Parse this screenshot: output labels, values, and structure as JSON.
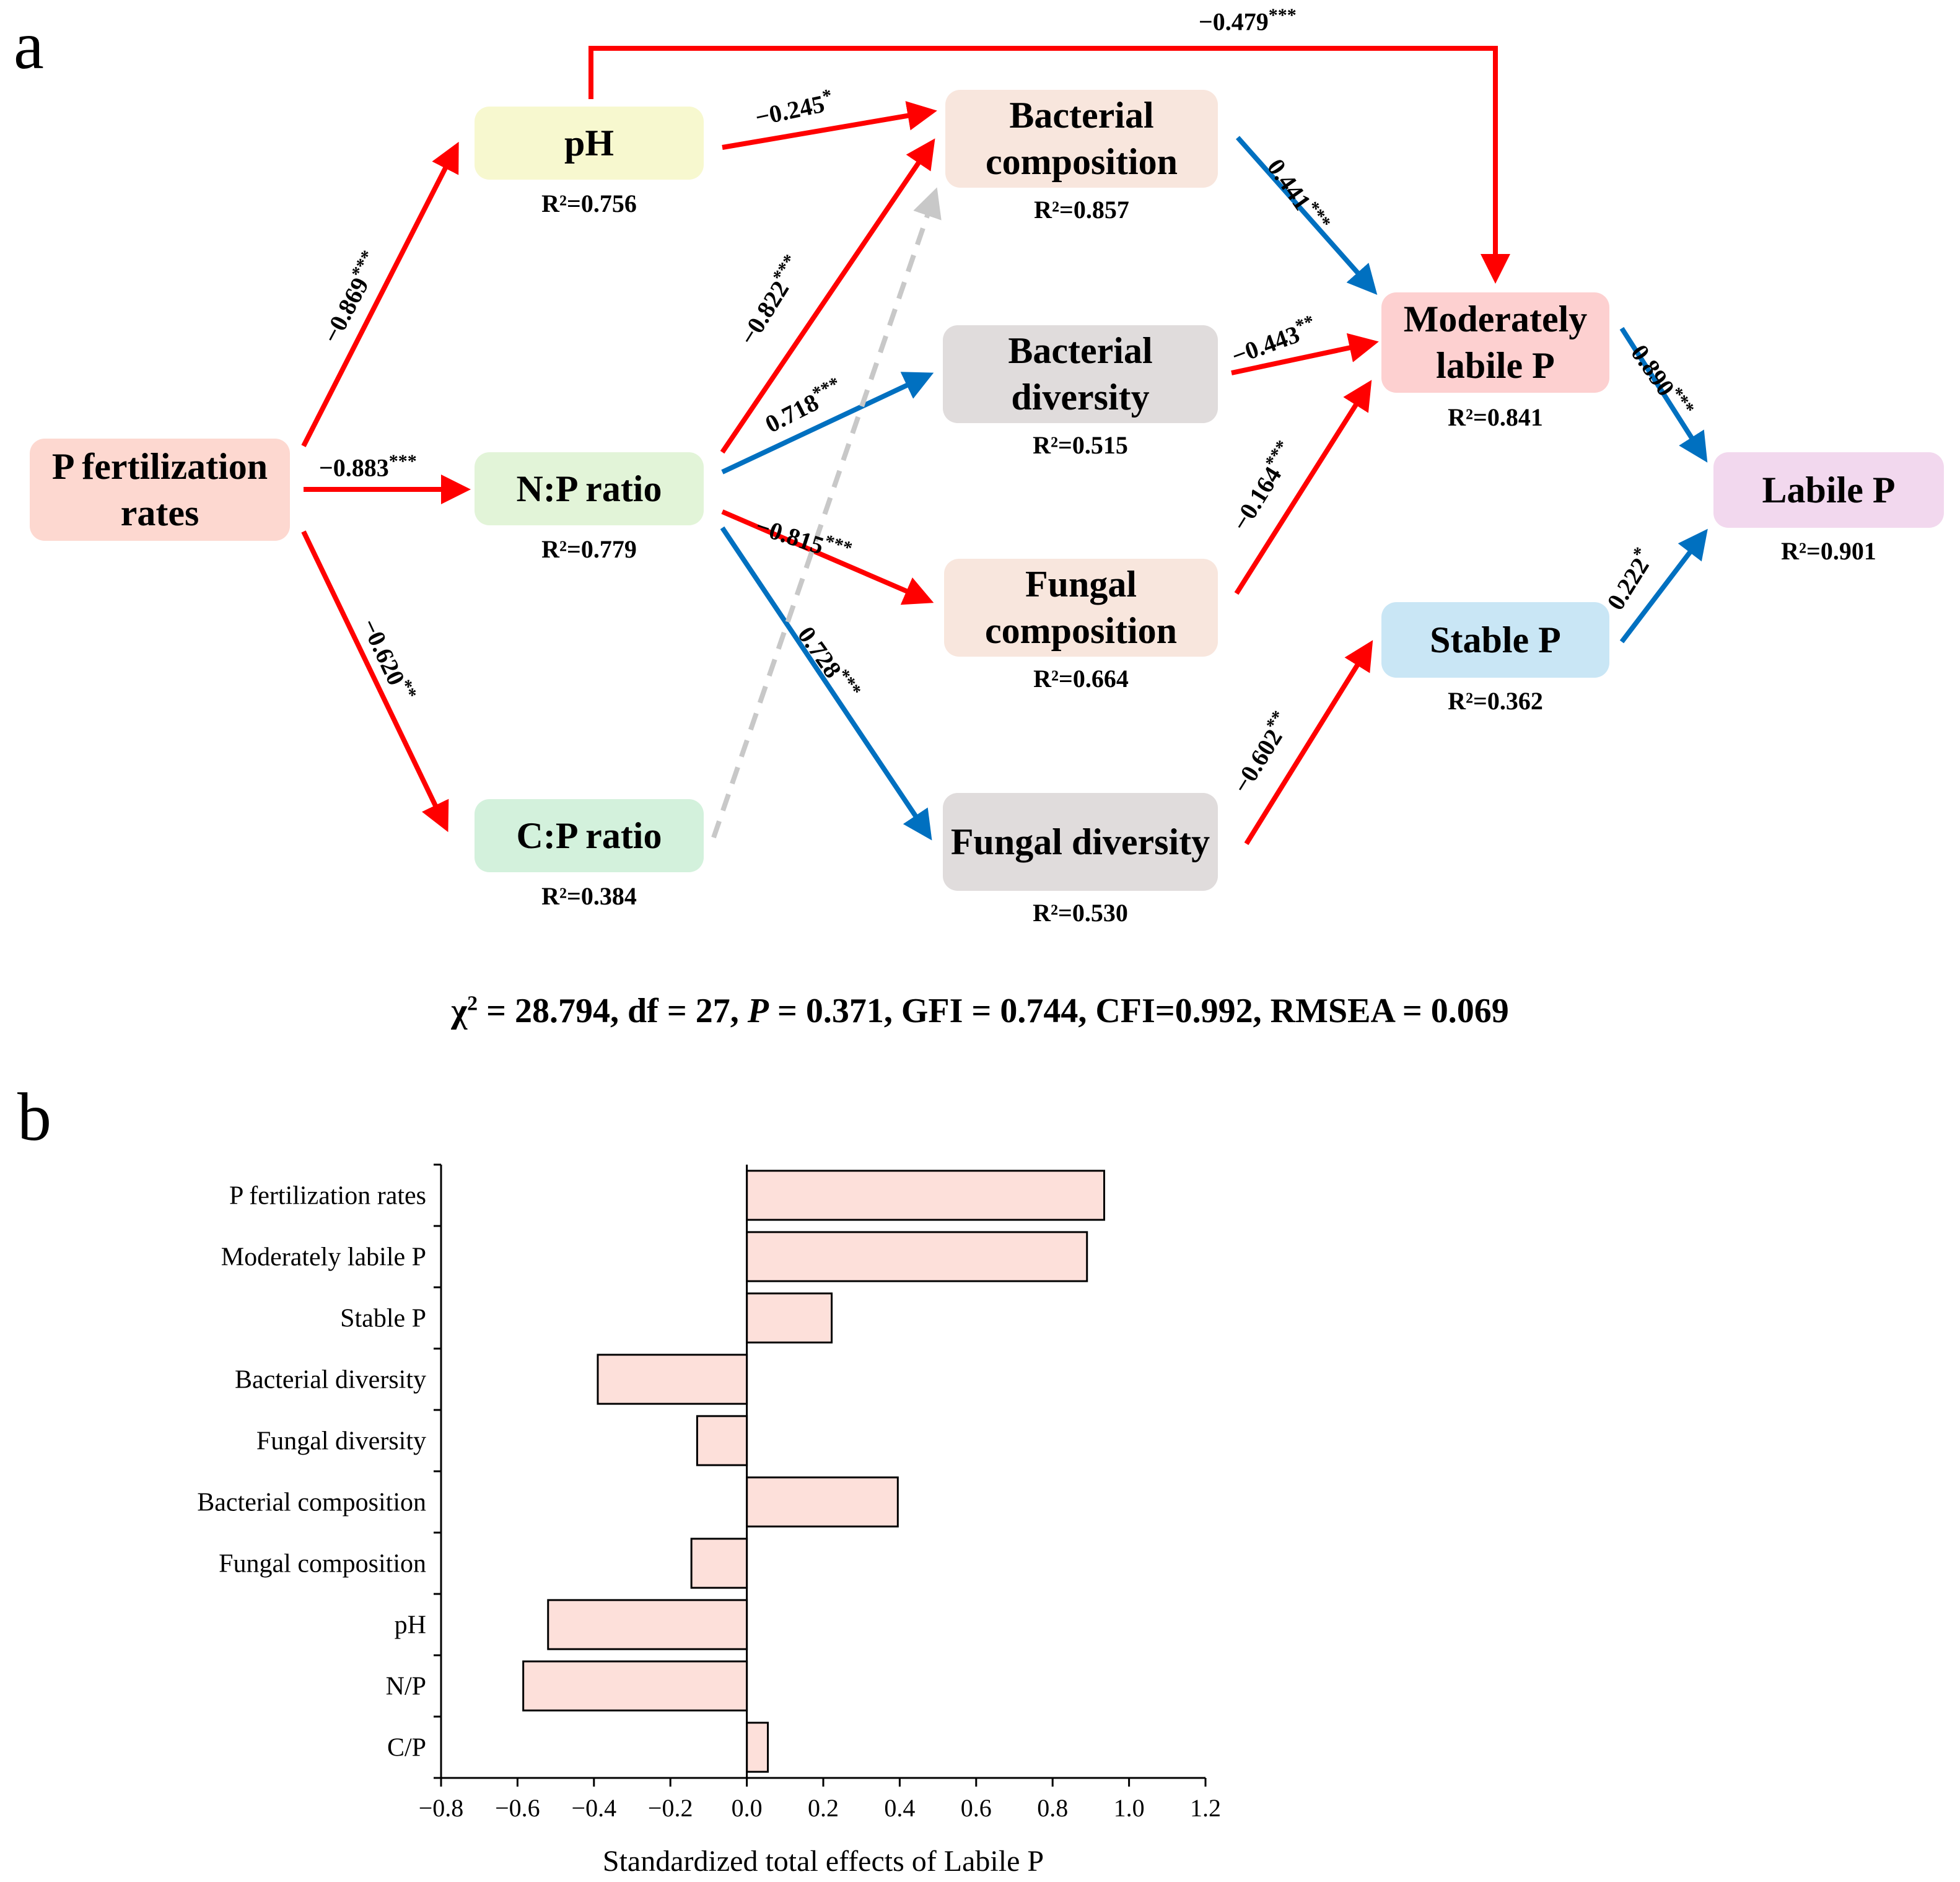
{
  "panel_a": {
    "letter": "a",
    "nodes": {
      "p_fert": {
        "label": "P fertilization rates",
        "fill": "#fdd8d0"
      },
      "ph": {
        "label": "pH",
        "r2": "0.756",
        "fill": "#f7f8cf"
      },
      "np": {
        "label": "N:P ratio",
        "r2": "0.779",
        "fill": "#e2f4d8"
      },
      "cp": {
        "label": "C:P ratio",
        "r2": "0.384",
        "fill": "#d3f1dc"
      },
      "bac_comp": {
        "label": "Bacterial composition",
        "r2": "0.857",
        "fill": "#f8e6dd"
      },
      "bac_div": {
        "label": "Bacterial diversity",
        "r2": "0.515",
        "fill": "#e0dcdc"
      },
      "fun_comp": {
        "label": "Fungal composition",
        "r2": "0.664",
        "fill": "#f8e6dd"
      },
      "fun_div": {
        "label": "Fungal diversity",
        "r2": "0.530",
        "fill": "#e0dcdc"
      },
      "mod_lab": {
        "label": "Moderately labile P",
        "r2": "0.841",
        "fill": "#fdd0d0"
      },
      "stable": {
        "label": "Stable P",
        "r2": "0.362",
        "fill": "#c9e6f5"
      },
      "labile": {
        "label": "Labile P",
        "r2": "0.901",
        "fill": "#f2d8ee"
      }
    },
    "r2_prefix": "R²=",
    "path_colors": {
      "negative": "#ff0000",
      "positive": "#0070c0",
      "nonsignificant": "#c8c8c8"
    },
    "paths": [
      {
        "from": "p_fert",
        "to": "ph",
        "coef": "−0.869",
        "sig": "***",
        "sign": "negative"
      },
      {
        "from": "p_fert",
        "to": "np",
        "coef": "−0.883",
        "sig": "***",
        "sign": "negative"
      },
      {
        "from": "p_fert",
        "to": "cp",
        "coef": "−0.620",
        "sig": "**",
        "sign": "negative"
      },
      {
        "from": "ph",
        "to": "bac_comp",
        "coef": "−0.245",
        "sig": "*",
        "sign": "negative"
      },
      {
        "from": "ph",
        "to": "mod_lab",
        "coef": "−0.479",
        "sig": "***",
        "sign": "negative"
      },
      {
        "from": "np",
        "to": "bac_comp",
        "coef": "−0.822",
        "sig": "***",
        "sign": "negative"
      },
      {
        "from": "np",
        "to": "bac_div",
        "coef": "0.718",
        "sig": "***",
        "sign": "positive"
      },
      {
        "from": "np",
        "to": "fun_comp",
        "coef": "−0.815",
        "sig": "***",
        "sign": "negative"
      },
      {
        "from": "np",
        "to": "fun_div",
        "coef": "0.728",
        "sig": "***",
        "sign": "positive"
      },
      {
        "from": "cp",
        "to": "bac_comp",
        "coef": "",
        "sig": "",
        "sign": "nonsignificant"
      },
      {
        "from": "bac_comp",
        "to": "mod_lab",
        "coef": "0.441",
        "sig": "***",
        "sign": "positive"
      },
      {
        "from": "bac_div",
        "to": "mod_lab",
        "coef": "−0.443",
        "sig": "**",
        "sign": "negative"
      },
      {
        "from": "fun_comp",
        "to": "mod_lab",
        "coef": "−0.164",
        "sig": "***",
        "sign": "negative"
      },
      {
        "from": "fun_div",
        "to": "stable",
        "coef": "−0.602",
        "sig": "**",
        "sign": "negative"
      },
      {
        "from": "mod_lab",
        "to": "labile",
        "coef": "0.890",
        "sig": "***",
        "sign": "positive"
      },
      {
        "from": "stable",
        "to": "labile",
        "coef": "0.222",
        "sig": "*",
        "sign": "positive"
      }
    ],
    "fit_stats": {
      "chi_symbol": "χ",
      "chi_sup": "2",
      "chi_value": " = 28.794, df = 27, ",
      "p_label": "P",
      "rest": " = 0.371, GFI = 0.744, CFI=0.992, RMSEA = 0.069"
    }
  },
  "panel_b": {
    "letter": "b",
    "chart_data": {
      "type": "bar",
      "orientation": "horizontal",
      "categories": [
        "P fertilization rates",
        "Moderately labile P",
        "Stable P",
        "Bacterial diversity",
        "Fungal diversity",
        "Bacterial composition",
        "Fungal composition",
        "pH",
        "N/P",
        "C/P"
      ],
      "values": [
        0.935,
        0.89,
        0.222,
        -0.39,
        -0.13,
        0.395,
        -0.145,
        -0.52,
        -0.585,
        0.055
      ],
      "xlabel": "Standardized total effects of Labile P",
      "ylabel": "",
      "title": "",
      "xlim": [
        -0.8,
        1.2
      ],
      "xticks": [
        -0.8,
        -0.6,
        -0.4,
        -0.2,
        0.0,
        0.2,
        0.4,
        0.6,
        0.8,
        1.0,
        1.2
      ],
      "xtick_labels": [
        "−0.8",
        "−0.6",
        "−0.4",
        "−0.2",
        "0.0",
        "0.2",
        "0.4",
        "0.6",
        "0.8",
        "1.0",
        "1.2"
      ],
      "bar_fill": "#fde0da",
      "bar_stroke": "#000000",
      "grid": false,
      "legend": "none"
    }
  }
}
